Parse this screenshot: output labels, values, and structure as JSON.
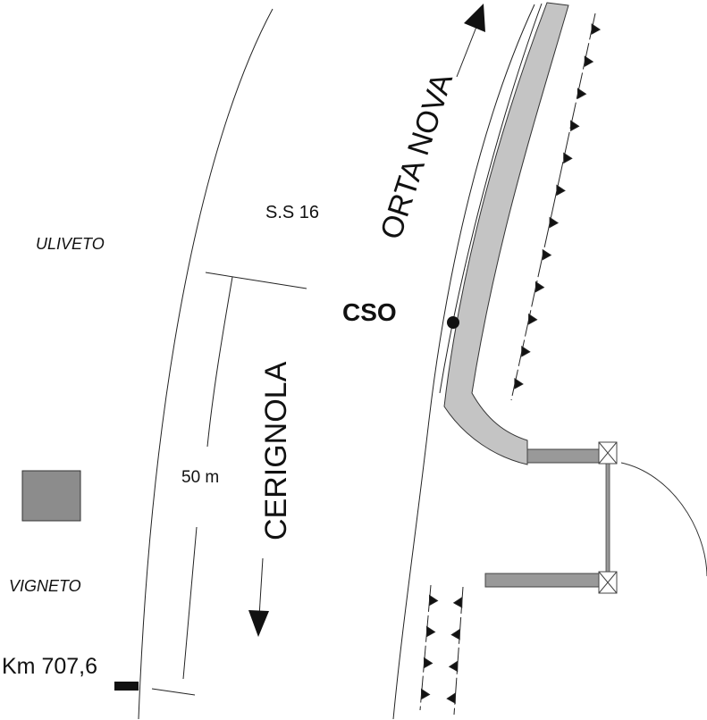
{
  "labels": {
    "road": "S.S 16",
    "north_direction": "ORTA NOVA",
    "south_direction": "CERIGNOLA",
    "outfall": "CSO",
    "area_north": "ULIVETO",
    "area_south": "VIGNETO",
    "distance": "50 m",
    "kilometer": "Km 707,6"
  },
  "colors": {
    "channel": "#c4c4c4",
    "structure": "#999999",
    "building": "#8c8c8c"
  }
}
